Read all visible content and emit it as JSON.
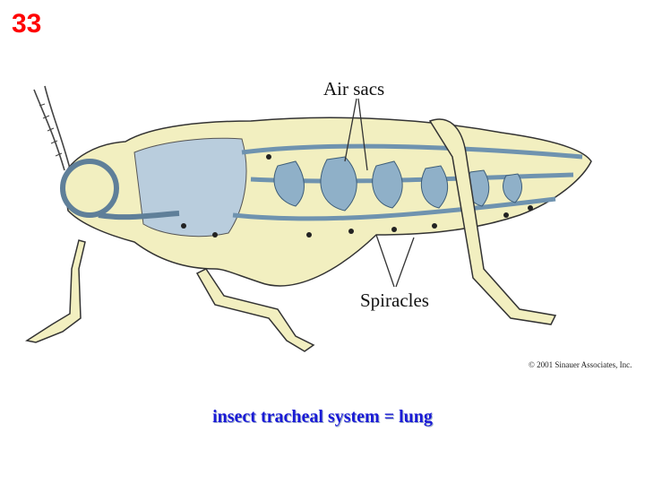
{
  "slide": {
    "number": "33",
    "caption": "insect tracheal system = lung"
  },
  "diagram": {
    "labels": {
      "air_sacs": "Air sacs",
      "spiracles": "Spiracles"
    },
    "copyright": "© 2001 Sinauer Associates, Inc."
  },
  "colors": {
    "slide_number": "#ff0000",
    "caption": "#1a1ad6",
    "body": "#f2efc0",
    "trachea": "#8fb0c8",
    "outline": "#333333"
  },
  "icons": [
    "grasshopper-illustration"
  ]
}
